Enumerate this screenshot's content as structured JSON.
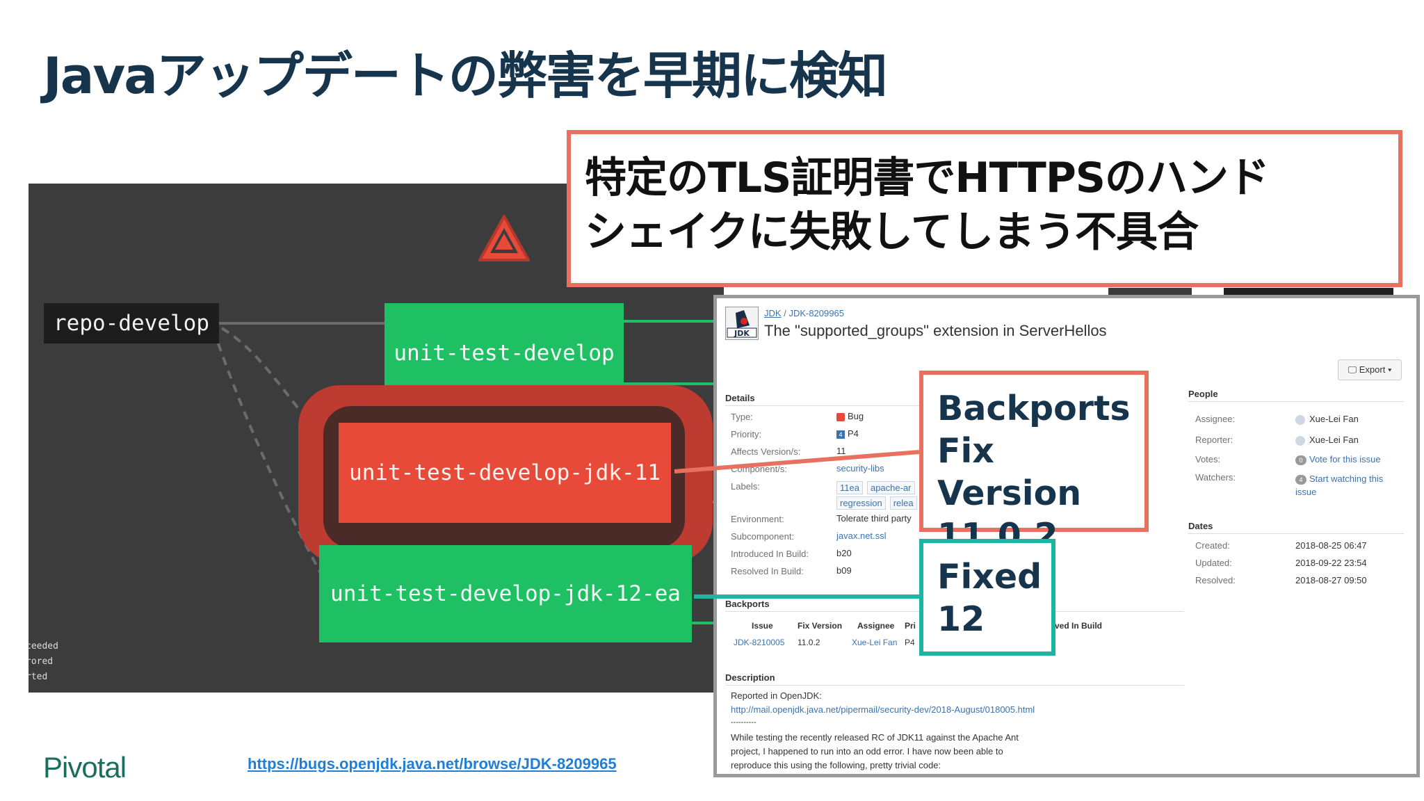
{
  "slide": {
    "title": "Javaアップデートの弊害を早期に検知",
    "footer_link": "https://bugs.openjdk.java.net/browse/JDK-8209965",
    "logo": "Pivotal"
  },
  "pipeline": {
    "resource": "repo-develop",
    "jobs": {
      "unit_test_develop": "unit-test-develop",
      "jdk11": "unit-test-develop-jdk-11",
      "jdk12": "unit-test-develop-jdk-12-ea"
    },
    "legend": [
      "ceeded",
      "rored",
      "rted"
    ],
    "icon": "warning-triangle-icon",
    "colors": {
      "succeeded": "#1fc064",
      "failed": "#e84a39",
      "background": "#3c3c3c"
    }
  },
  "callouts": {
    "top": {
      "line1": "特定のTLS証明書でHTTPSのハンド",
      "line2": "シェイクに失敗してしまう不具合"
    },
    "backports": [
      "Backports",
      "Fix Version",
      "11.0.2"
    ],
    "fixed": [
      "Fixed",
      "12"
    ],
    "colors": {
      "coral": "#e8705f",
      "teal": "#1fb5a3"
    }
  },
  "jira": {
    "breadcrumb": {
      "project": "JDK",
      "sep": "/",
      "issue": "JDK-8209965"
    },
    "summary": "The \"supported_groups\" extension in ServerHellos",
    "export": "Export",
    "details": {
      "heading": "Details",
      "rows": [
        {
          "label": "Type:",
          "value": "Bug"
        },
        {
          "label": "Priority:",
          "value": "P4"
        },
        {
          "label": "Affects Version/s:",
          "value": "11"
        },
        {
          "label": "Component/s:",
          "value": "security-libs"
        },
        {
          "label": "Labels:",
          "value": ""
        },
        {
          "label": "Environment:",
          "value": "Tolerate third party"
        },
        {
          "label": "Subcomponent:",
          "value": "javax.net.ssl"
        },
        {
          "label": "Introduced In Build:",
          "value": "b20"
        },
        {
          "label": "Resolved In Build:",
          "value": "b09"
        }
      ],
      "labels": [
        "11ea",
        "apache-ar",
        "regression",
        "relea"
      ],
      "priority_num": "4"
    },
    "people": {
      "heading": "People",
      "assignee_label": "Assignee:",
      "assignee": "Xue-Lei Fan",
      "reporter_label": "Reporter:",
      "reporter": "Xue-Lei Fan",
      "votes_label": "Votes:",
      "votes_count": "0",
      "votes_text": "Vote for this issue",
      "watchers_label": "Watchers:",
      "watchers_count": "4",
      "watchers_text": "Start watching this issue"
    },
    "dates": {
      "heading": "Dates",
      "created_label": "Created:",
      "created": "2018-08-25 06:47",
      "updated_label": "Updated:",
      "updated": "2018-09-22 23:54",
      "resolved_label": "Resolved:",
      "resolved": "2018-08-27 09:50"
    },
    "backports": {
      "heading": "Backports",
      "columns": [
        "Issue",
        "Fix Version",
        "Assignee",
        "Pri",
        "ved In Build"
      ],
      "row": {
        "issue": "JDK-8210005",
        "fix_version": "11.0.2",
        "assignee": "Xue-Lei Fan",
        "priority": "P4"
      }
    },
    "description": {
      "heading": "Description",
      "line1": "Reported in OpenJDK:",
      "link": "http://mail.openjdk.java.net/pipermail/security-dev/2018-August/018005.html",
      "separator": "----------",
      "p1": "While testing the recently released RC of JDK11 against the Apache Ant",
      "p2": "project, I happened to run into an odd error. I have now been able to",
      "p3": "reproduce this using the following, pretty trivial code:"
    }
  }
}
